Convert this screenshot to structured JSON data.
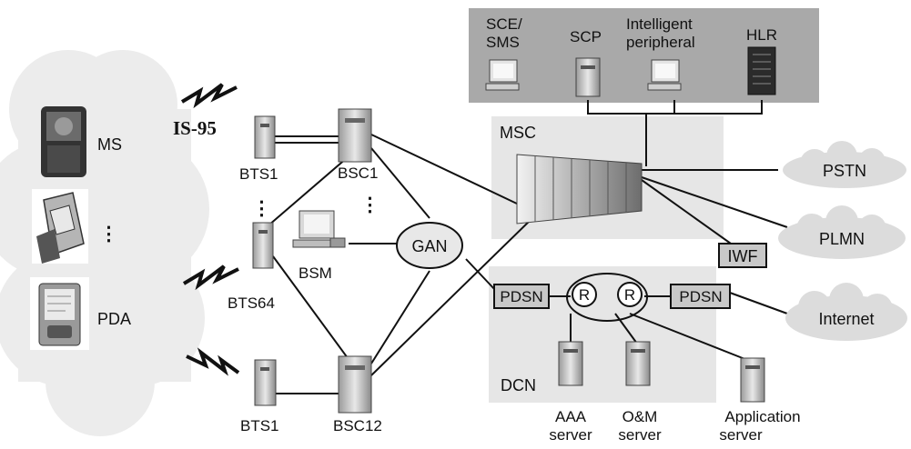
{
  "devices": {
    "ms": "MS",
    "pda": "PDA",
    "ellipsis": "⋮"
  },
  "air_interface": "IS-95",
  "ran": {
    "bts1_top": "BTS1",
    "bsc1": "BSC1",
    "bts64": "BTS64",
    "bsm": "BSM",
    "gan": "GAN",
    "bts1_bottom": "BTS1",
    "bsc12": "BSC12"
  },
  "intelligent_network": {
    "sce_sms_line1": "SCE/",
    "sce_sms_line2": "SMS",
    "scp": "SCP",
    "ip_line1": "Intelligent",
    "ip_line2": "peripheral",
    "hlr": "HLR"
  },
  "core": {
    "msc": "MSC",
    "iwf": "IWF",
    "dcn": "DCN",
    "pdsn_left": "PDSN",
    "pdsn_right": "PDSN",
    "router": "R",
    "aaa_line1": "AAA",
    "aaa_line2": "server",
    "om_line1": "O&M",
    "om_line2": "server",
    "app_line1": "Application",
    "app_line2": "server"
  },
  "external_networks": {
    "pstn": "PSTN",
    "plmn": "PLMN",
    "internet": "Internet"
  },
  "colors": {
    "cloud": "#ececec",
    "panel_in": "#a9a9a9",
    "panel_core": "#e6e6e6",
    "box_fill": "#c8c8c8",
    "line": "#111111"
  }
}
